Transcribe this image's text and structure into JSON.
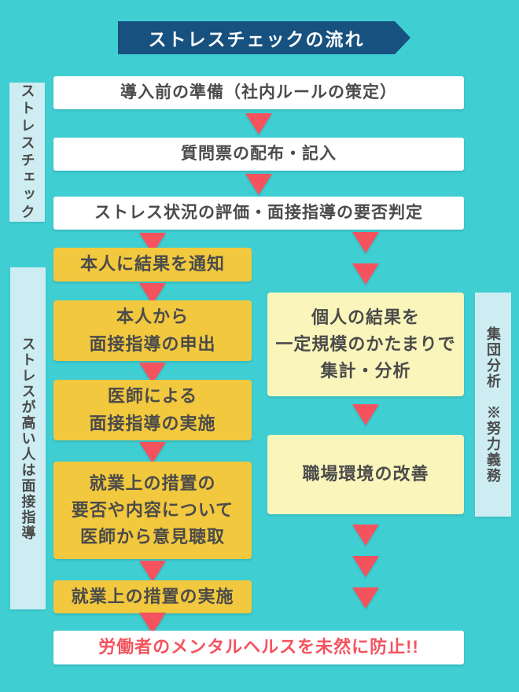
{
  "title": "ストレスチェックの流れ",
  "colors": {
    "background": "#3fced2",
    "banner": "#17517f",
    "step_yellow": "#f1c83e",
    "step_light_yellow": "#f9f5bb",
    "side_label_blue": "#cdedf2",
    "arrow_red": "#f4535e",
    "text": "#4b4b4b"
  },
  "side_labels": {
    "stress_check": "ストレスチェック",
    "high_stress": "ストレスが高い人は面接指導",
    "group_analysis": "集団分析　※努力義務"
  },
  "flow": {
    "common_steps": [
      {
        "label": "導入前の準備（社内ルールの策定）"
      },
      {
        "label": "質問票の配布・記入"
      },
      {
        "label": "ストレス状況の評価・面接指導の要否判定"
      }
    ],
    "individual_branch": [
      {
        "label": "本人に結果を通知"
      },
      {
        "label": "本人から\n面接指導の申出"
      },
      {
        "label": "医師による\n面接指導の実施"
      },
      {
        "label": "就業上の措置の\n要否や内容について\n医師から意見聴取"
      },
      {
        "label": "就業上の措置の実施"
      }
    ],
    "group_branch": [
      {
        "label": "個人の結果を\n一定規模のかたまりで\n集計・分析"
      },
      {
        "label": "職場環境の改善"
      }
    ],
    "outcome": "労働者のメンタルヘルスを未然に防止!!"
  }
}
